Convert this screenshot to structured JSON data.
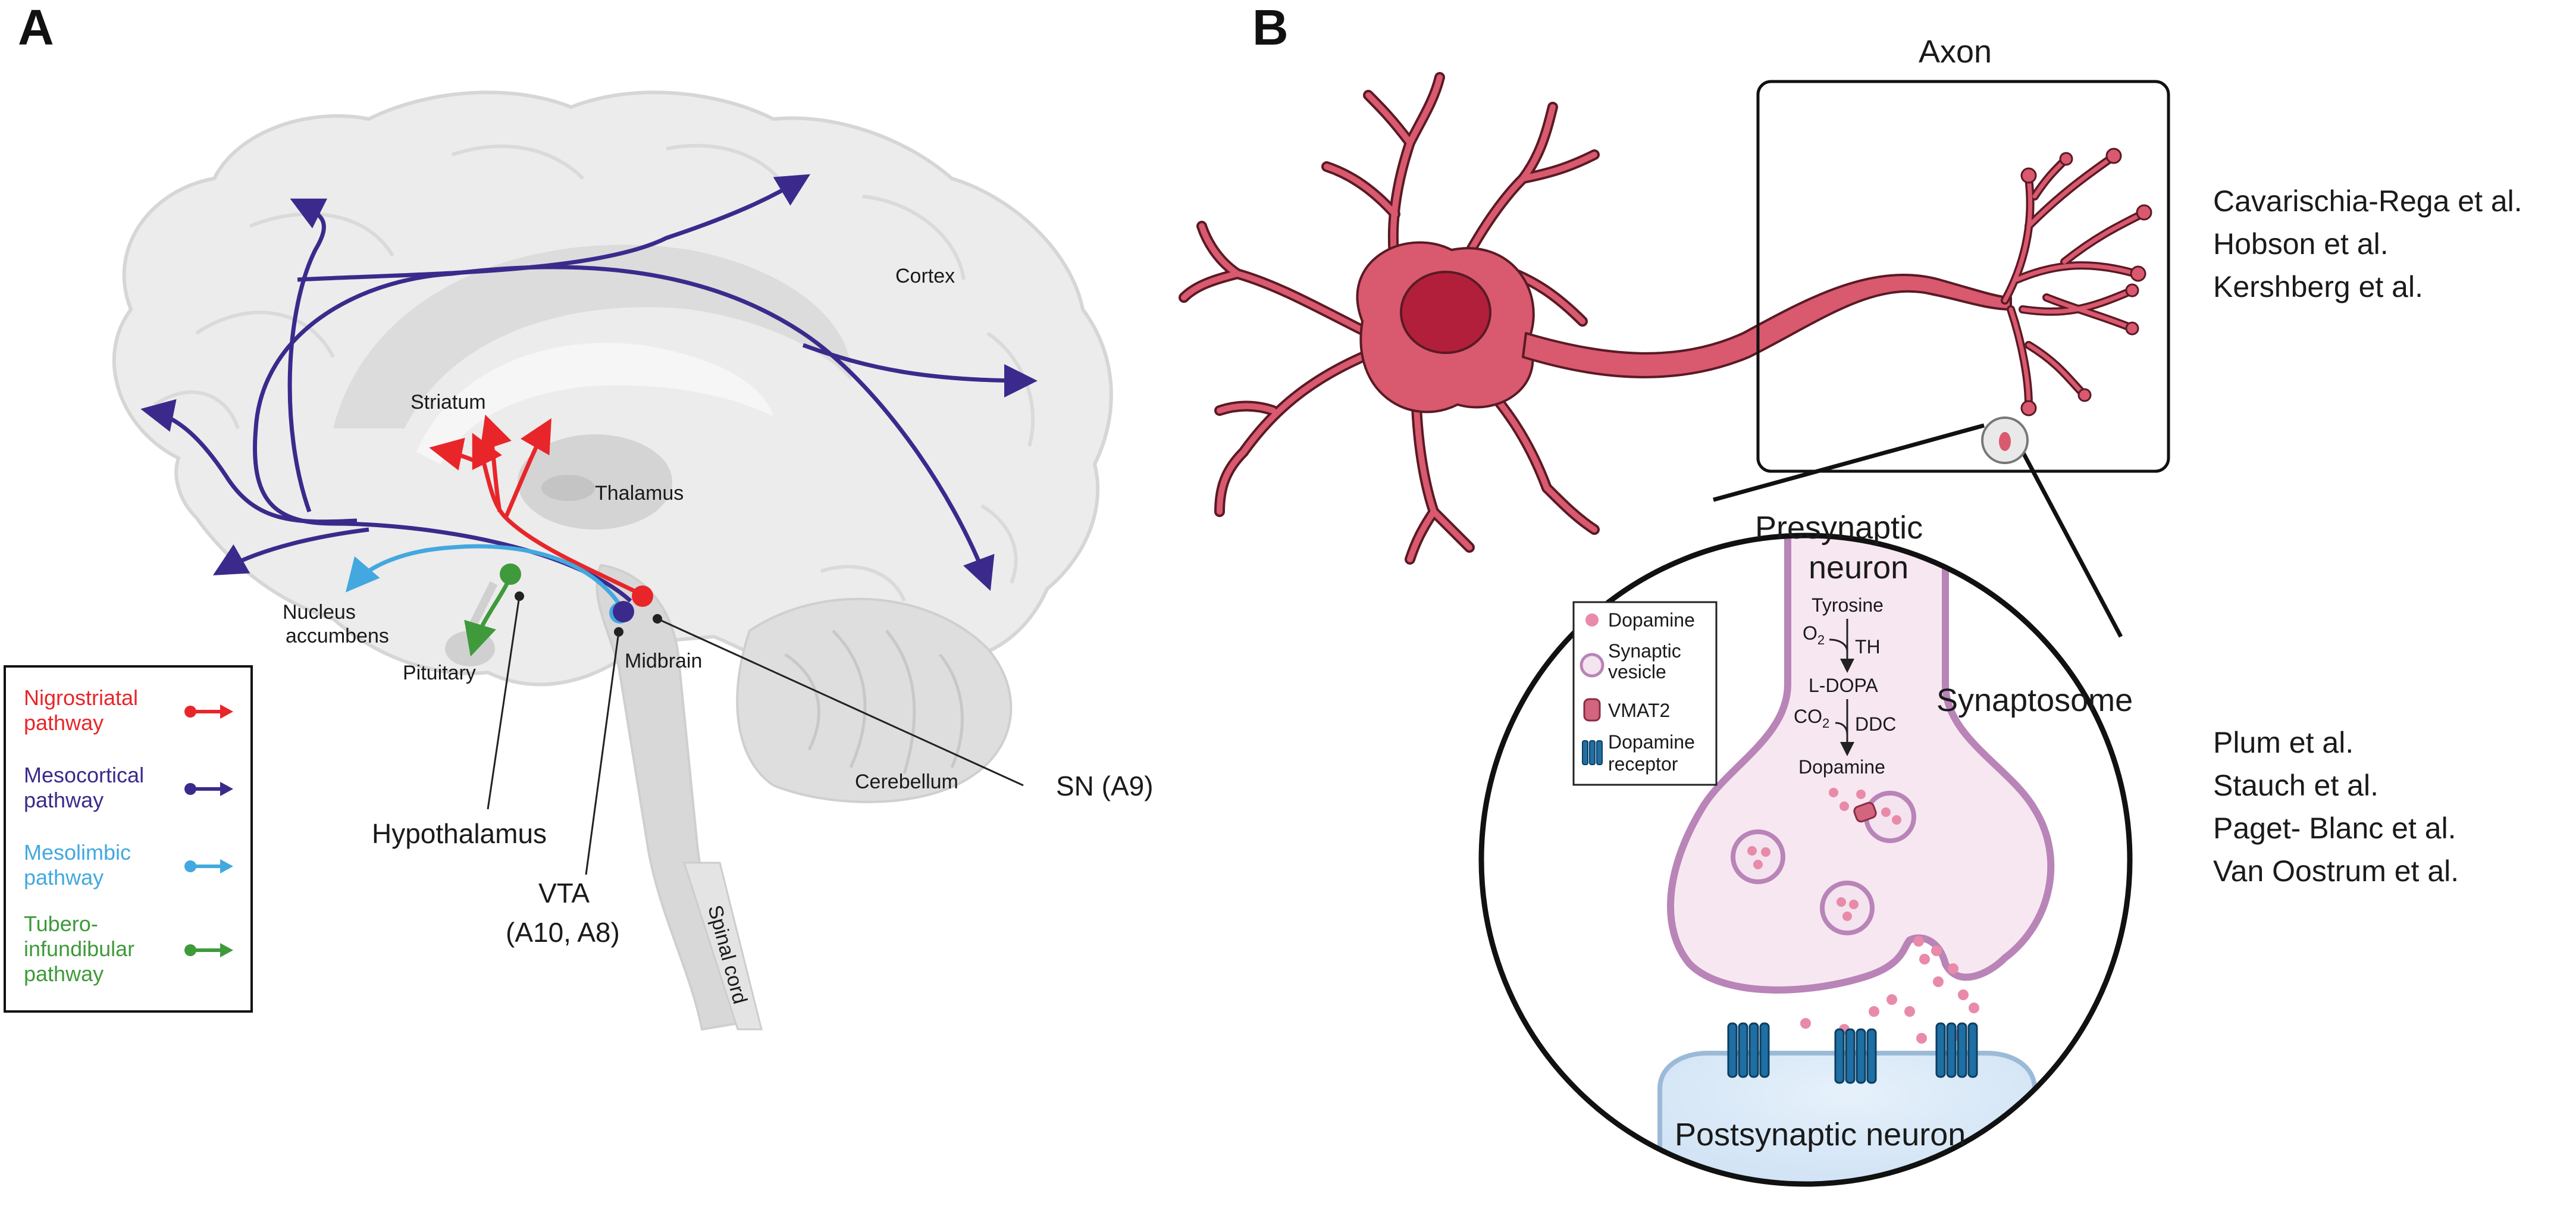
{
  "panels": {
    "a": "A",
    "b": "B"
  },
  "panel_a": {
    "labels": {
      "cortex": "Cortex",
      "striatum": "Striatum",
      "thalamus": "Thalamus",
      "nucleus_accumbens_1": "Nucleus",
      "nucleus_accumbens_2": "accumbens",
      "pituitary": "Pituitary",
      "midbrain": "Midbrain",
      "hypothalamus": "Hypothalamus",
      "vta_1": "VTA",
      "vta_2": "(A10, A8)",
      "sn": "SN (A9)",
      "cerebellum": "Cerebellum",
      "spinal_cord": "Spinal cord"
    },
    "legend": [
      {
        "lines": [
          "Nigrostriatal",
          "pathway"
        ],
        "color": "#e8262a"
      },
      {
        "lines": [
          "Mesocortical",
          "pathway"
        ],
        "color": "#3b2a8c"
      },
      {
        "lines": [
          "Mesolimbic",
          "pathway"
        ],
        "color": "#43a8df"
      },
      {
        "lines": [
          "Tubero-",
          "infundibular",
          "pathway"
        ],
        "color": "#3e9a3a"
      }
    ]
  },
  "panel_b": {
    "axon_label": "Axon",
    "presynaptic_1": "Presynaptic",
    "presynaptic_2": "neuron",
    "synaptosome": "Synaptosome",
    "postsynaptic": "Postsynaptic neuron",
    "pathway": {
      "tyrosine": "Tyrosine",
      "o2": "O",
      "o2_sub": "2",
      "th": "TH",
      "ldopa": "L-DOPA",
      "co2": "CO",
      "co2_sub": "2",
      "ddc": "DDC",
      "dopamine": "Dopamine"
    },
    "box_legend": {
      "dopamine": "Dopamine",
      "vesicle_1": "Synaptic",
      "vesicle_2": "vesicle",
      "vmat2": "VMAT2",
      "receptor_1": "Dopamine",
      "receptor_2": "receptor"
    },
    "refs_top": [
      "Cavarischia-Rega et al.",
      "Hobson et al.",
      "Kershberg et al."
    ],
    "refs_bottom": [
      "Plum et al.",
      "Stauch et al.",
      "Paget- Blanc et al.",
      "Van Oostrum et al."
    ]
  },
  "colors": {
    "nigrostriatal": "#e8262a",
    "mesocortical": "#3b2a8c",
    "mesolimbic": "#43a8df",
    "tuberoinfundibular": "#3e9a3a",
    "neuron": "#d9596e",
    "nucleus": "#b21f3a",
    "receptor": "#1e6fa3"
  }
}
